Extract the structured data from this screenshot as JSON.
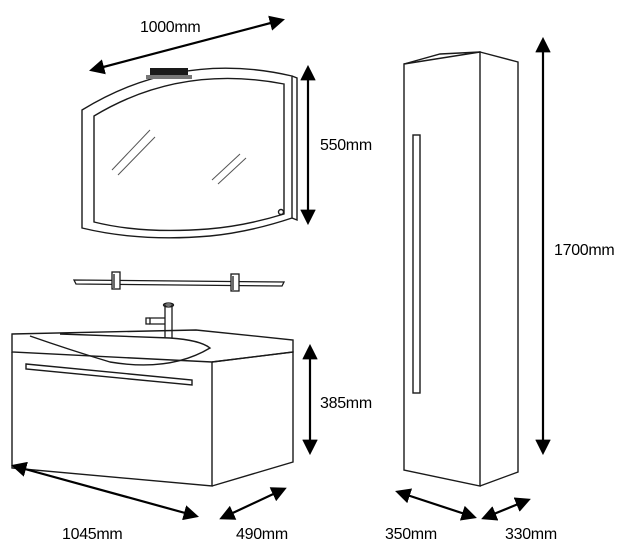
{
  "dimensions": {
    "mirror_width": "1000mm",
    "mirror_height": "550mm",
    "tall_cabinet_height": "1700mm",
    "vanity_height": "385mm",
    "vanity_width": "1045mm",
    "vanity_depth": "490mm",
    "tall_cabinet_width": "350mm",
    "tall_cabinet_depth": "330mm"
  },
  "colors": {
    "line": "#1a1a1a",
    "glass_streak": "#555555",
    "background": "#ffffff"
  }
}
